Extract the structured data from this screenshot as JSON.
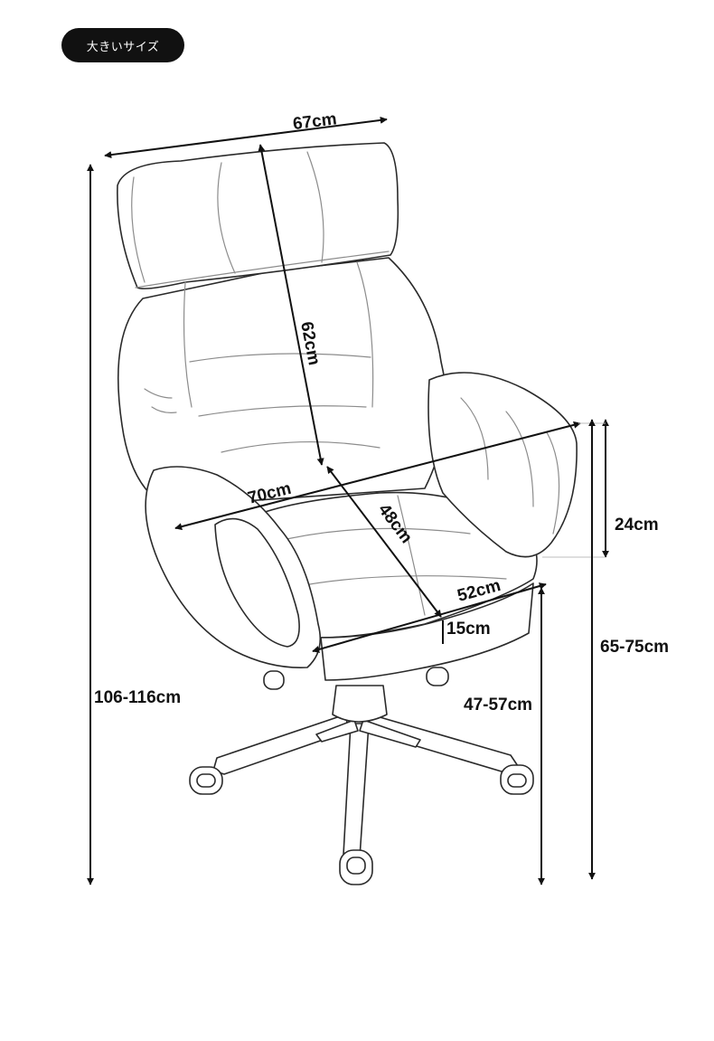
{
  "badge": "大きいサイズ",
  "dimensions": {
    "width_top": "67cm",
    "backrest_height": "62cm",
    "width_arms": "70cm",
    "seat_depth": "48cm",
    "seat_width": "52cm",
    "seat_thickness": "15cm",
    "armrest_height": "24cm",
    "total_height": "106-116cm",
    "arm_floor_height": "65-75cm",
    "seat_floor_height": "47-57cm"
  }
}
